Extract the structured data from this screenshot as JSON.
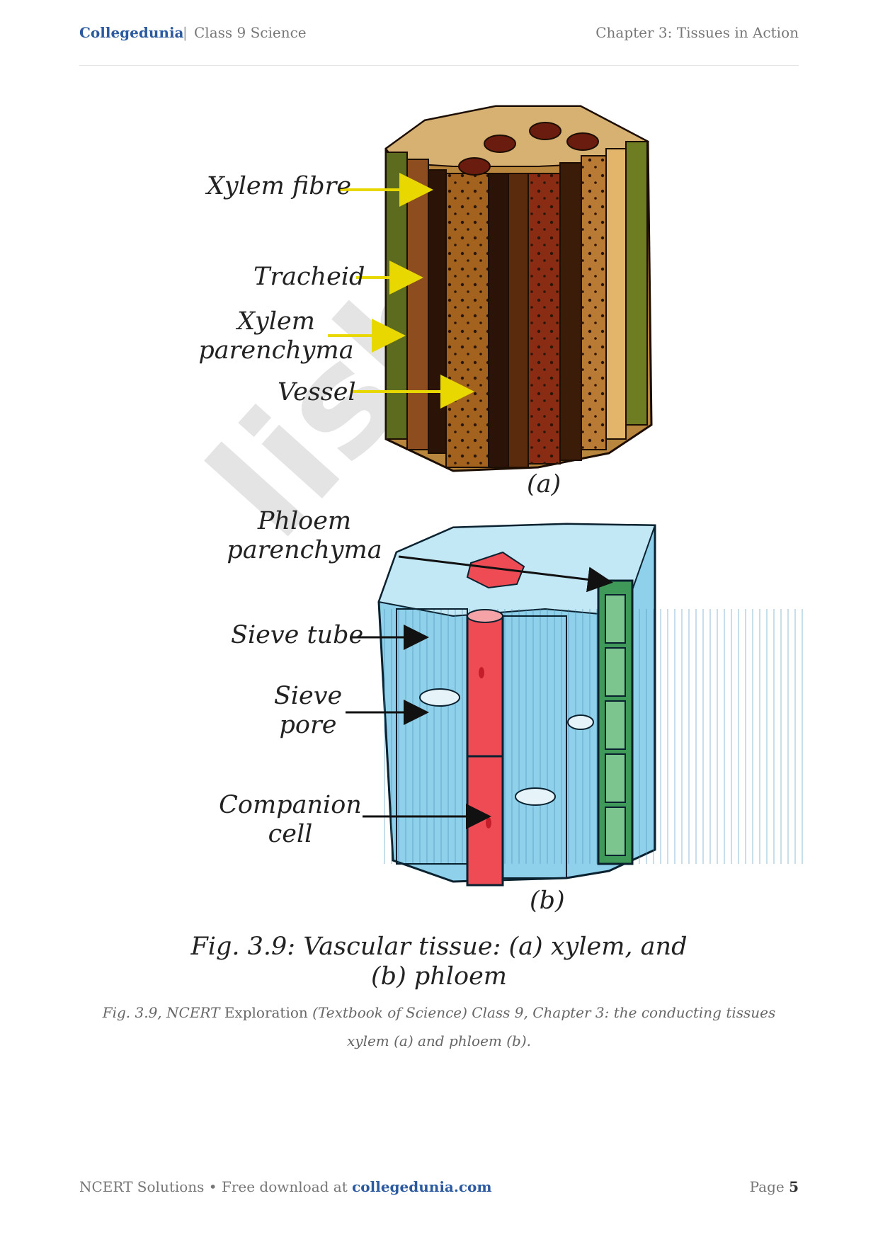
{
  "header": {
    "brand": "Collegedunia",
    "separator": "|",
    "class_label": "Class 9 Science",
    "chapter": "Chapter 3: Tissues in Action"
  },
  "figure": {
    "labels_a": {
      "xylem_fibre": "Xylem fibre",
      "tracheid": "Tracheid",
      "xylem_parenchyma_1": "Xylem",
      "xylem_parenchyma_2": "parenchyma",
      "vessel": "Vessel"
    },
    "part_a": "(a)",
    "labels_b": {
      "phloem_parenchyma_1": "Phloem",
      "phloem_parenchyma_2": "parenchyma",
      "sieve_tube": "Sieve tube",
      "sieve_pore_1": "Sieve",
      "sieve_pore_2": "pore",
      "companion_cell_1": "Companion",
      "companion_cell_2": "cell"
    },
    "part_b": "(b)",
    "title_line1": "Fig. 3.9: Vascular tissue: (a) xylem, and",
    "title_line2": "(b) phloem",
    "watermark": "lish"
  },
  "caption": {
    "part1": "Fig. 3.9, NCERT",
    "part2": " Exploration ",
    "part3": "(Textbook of Science) Class 9, Chapter 3: the conducting tissues xylem (a) and phloem (b)."
  },
  "footer": {
    "left": "NCERT Solutions • Free download at ",
    "site": "collegedunia.com",
    "page_label": "Page ",
    "page_number": "5"
  },
  "colors": {
    "brand": "#2c5aa0",
    "arrow_xylem": "#e8d800",
    "xylem_brown": "#8a4a1c",
    "phloem_blue": "#8fd0ea",
    "companion_red": "#ef4b55",
    "parenchyma_green": "#3f9a5a"
  }
}
